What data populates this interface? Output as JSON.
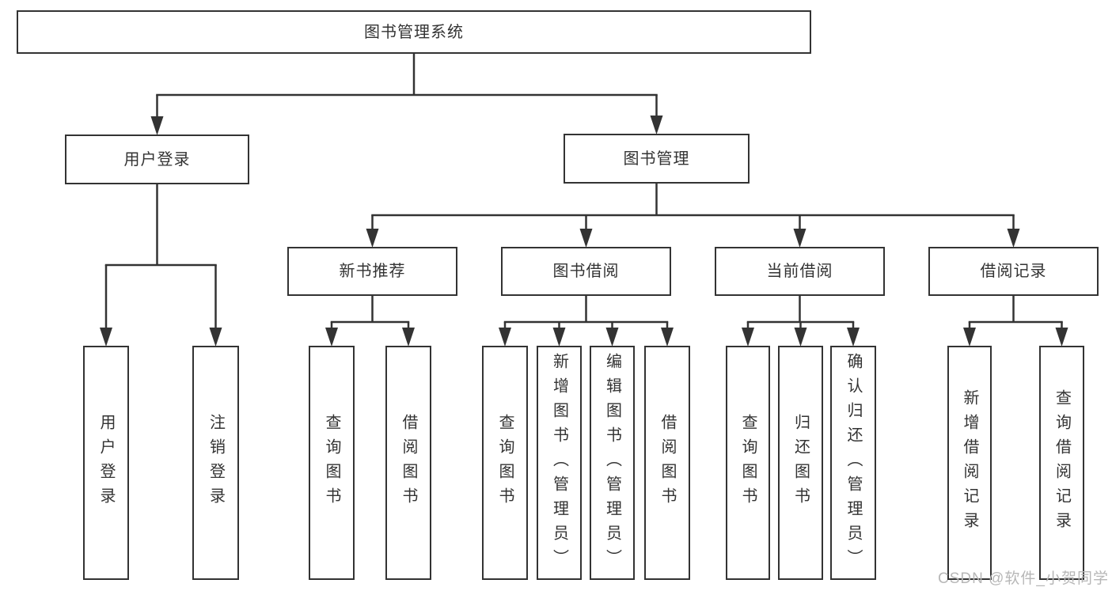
{
  "diagram": {
    "type": "hierarchy-tree",
    "title": "图书管理系统"
  },
  "colors": {
    "line": "#333333",
    "border": "#333333",
    "text": "#333333",
    "background": "#ffffff",
    "watermark": "#b7b7b7"
  },
  "nodes": {
    "root": {
      "label": "图书管理系统"
    },
    "login": {
      "label": "用户登录"
    },
    "mgmt": {
      "label": "图书管理"
    },
    "login_user": {
      "label": "用户登录"
    },
    "login_logout": {
      "label": "注销登录"
    },
    "newbook": {
      "label": "新书推荐"
    },
    "borrow": {
      "label": "图书借阅"
    },
    "current": {
      "label": "当前借阅"
    },
    "records": {
      "label": "借阅记录"
    },
    "newbook_query": {
      "label": "查询图书"
    },
    "newbook_borrow": {
      "label": "借阅图书"
    },
    "borrow_query": {
      "label": "查询图书"
    },
    "borrow_add": {
      "label": "新增图书（管理员）"
    },
    "borrow_edit": {
      "label": "编辑图书（管理员）"
    },
    "borrow_borrow": {
      "label": "借阅图书"
    },
    "current_query": {
      "label": "查询图书"
    },
    "current_return": {
      "label": "归还图书"
    },
    "current_confirm": {
      "label": "确认归还（管理员）"
    },
    "records_add": {
      "label": "新增借阅记录"
    },
    "records_query": {
      "label": "查询借阅记录"
    }
  },
  "edges": [
    [
      "root",
      "login"
    ],
    [
      "root",
      "mgmt"
    ],
    [
      "login",
      "login_user"
    ],
    [
      "login",
      "login_logout"
    ],
    [
      "mgmt",
      "newbook"
    ],
    [
      "mgmt",
      "borrow"
    ],
    [
      "mgmt",
      "current"
    ],
    [
      "mgmt",
      "records"
    ],
    [
      "newbook",
      "newbook_query"
    ],
    [
      "newbook",
      "newbook_borrow"
    ],
    [
      "borrow",
      "borrow_query"
    ],
    [
      "borrow",
      "borrow_add"
    ],
    [
      "borrow",
      "borrow_edit"
    ],
    [
      "borrow",
      "borrow_borrow"
    ],
    [
      "current",
      "current_query"
    ],
    [
      "current",
      "current_return"
    ],
    [
      "current",
      "current_confirm"
    ],
    [
      "records",
      "records_add"
    ],
    [
      "records",
      "records_query"
    ]
  ],
  "watermark": "CSDN @软件_小贺同学"
}
